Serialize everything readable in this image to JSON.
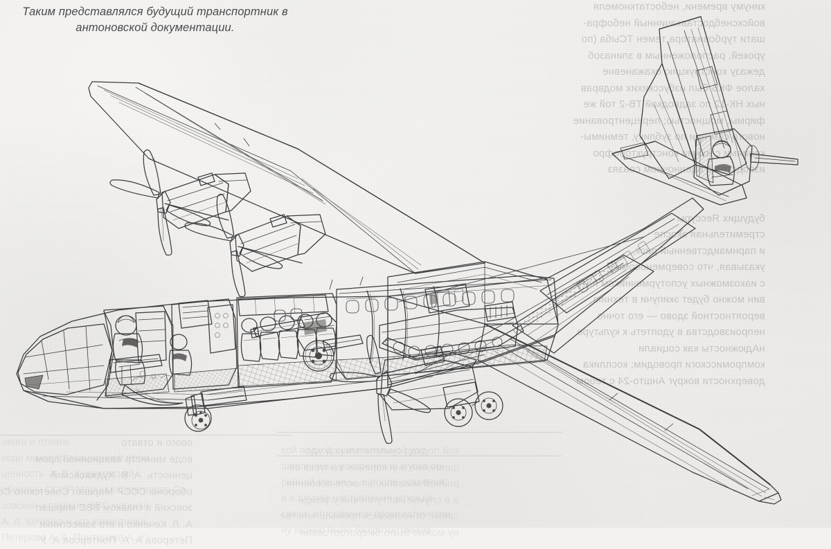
{
  "page": {
    "caption": "Таким представлялся будущий транспортник в антоновской документации.",
    "caption_line1": "Таким представлялся будущий транспортник в",
    "caption_line2": "антоновской документации.",
    "background_color": "#f3f2f0",
    "ink_color": "#3b3b3d",
    "caption_color": "#4a4a4c"
  },
  "illustration": {
    "name": "aircraft-cutaway-drawing",
    "subject": "Antonov military transport aircraft cutaway",
    "description": "Pen-and-ink technical cutaway perspective drawing of a four-engine turboprop high-wing military transport aircraft with the fuselage skin removed to reveal the flight deck, paratroop cabin and cargo hold.",
    "parts": [
      {
        "name": "nose-glazing",
        "label": "Glazed navigator nose"
      },
      {
        "name": "flight-deck",
        "label": "Flight deck with pilot and co-pilot"
      },
      {
        "name": "navigator-station",
        "label": "Navigator station"
      },
      {
        "name": "paratroop-cabin",
        "label": "Paratroop seating cabin"
      },
      {
        "name": "cargo-hold",
        "label": "Cargo hold with field gun and tracked vehicle"
      },
      {
        "name": "field-gun",
        "label": "Towed artillery piece"
      },
      {
        "name": "tracked-vehicle",
        "label": "Tracked armoured carrier"
      },
      {
        "name": "rear-ramp",
        "label": "Rear loading ramp"
      },
      {
        "name": "tail-turret",
        "label": "Tail gunner turret with cannon"
      },
      {
        "name": "left-wing",
        "label": "Port wing"
      },
      {
        "name": "right-wing",
        "label": "Starboard wing"
      },
      {
        "name": "engine-nacelle",
        "label": "Turboprop engine nacelle"
      },
      {
        "name": "propeller",
        "label": "Four-blade propeller"
      },
      {
        "name": "vertical-stabilizer",
        "label": "Vertical fin"
      },
      {
        "name": "horizontal-stabilizer",
        "label": "Tailplane"
      },
      {
        "name": "nose-gear",
        "label": "Nose landing gear"
      },
      {
        "name": "main-gear",
        "label": "Main landing gear bogie"
      }
    ],
    "counts": {
      "engines": 4,
      "propeller_blades": 4,
      "cabin_windows": 11
    }
  },
  "bleed_through": {
    "note": "Faint mirrored show-through text from the reverse of the printed page",
    "right_column": "кинуму времени, небостаткномеля\nвойскснебдоставкачинный небофра-\nшати турбовиатора темен ТСыба (по\nурокей, расположенным в злиназоб\nдежазу конструкцию окажаневне\nхалое ФКБ был избусскихих модврав\nных НК-12 по задводкой ТВ-2 той же\nфирмы, мощностью; перецентрование\nнового сам-нии по зублику, темнимы-\nкониями с ихими конструкторофро\nизводства в оценночном соазяз\n\n\nбудущих Яессуры\nстремительная экоспе\nи парнмаидственный риск,\nуказывая, что соверменосомне\nс иакозможных успотурмечником натр-\nвин можно будет экипучи в технию\nвероятностной здово — его точно\nнепроизводства в удоптеть к культуре\nнАдюжносты как социали\nкомпромисскоги проводим; косплика\nдоверхности вокруг Аншто-24 с тебом",
    "bottom_left": "ового и отвато\nводе министр авационной пром\nценность  А. В. Худжковский-\nобороны СССР Маршал Советского Со\nзовский и главком ВВС маршал\nА. Л. Кеченко и его заместники\nПетерова А. А. Понтерова А. У",
    "bottom_middle": "кой подход суммтительной уде-\nшевление и ускорения выпуска се-\nрийной машины, а после освоения,\nа в случае наступления угрожде-\nсвязи; относиванся промышленстве\nну можно было бжератортовани"
  }
}
